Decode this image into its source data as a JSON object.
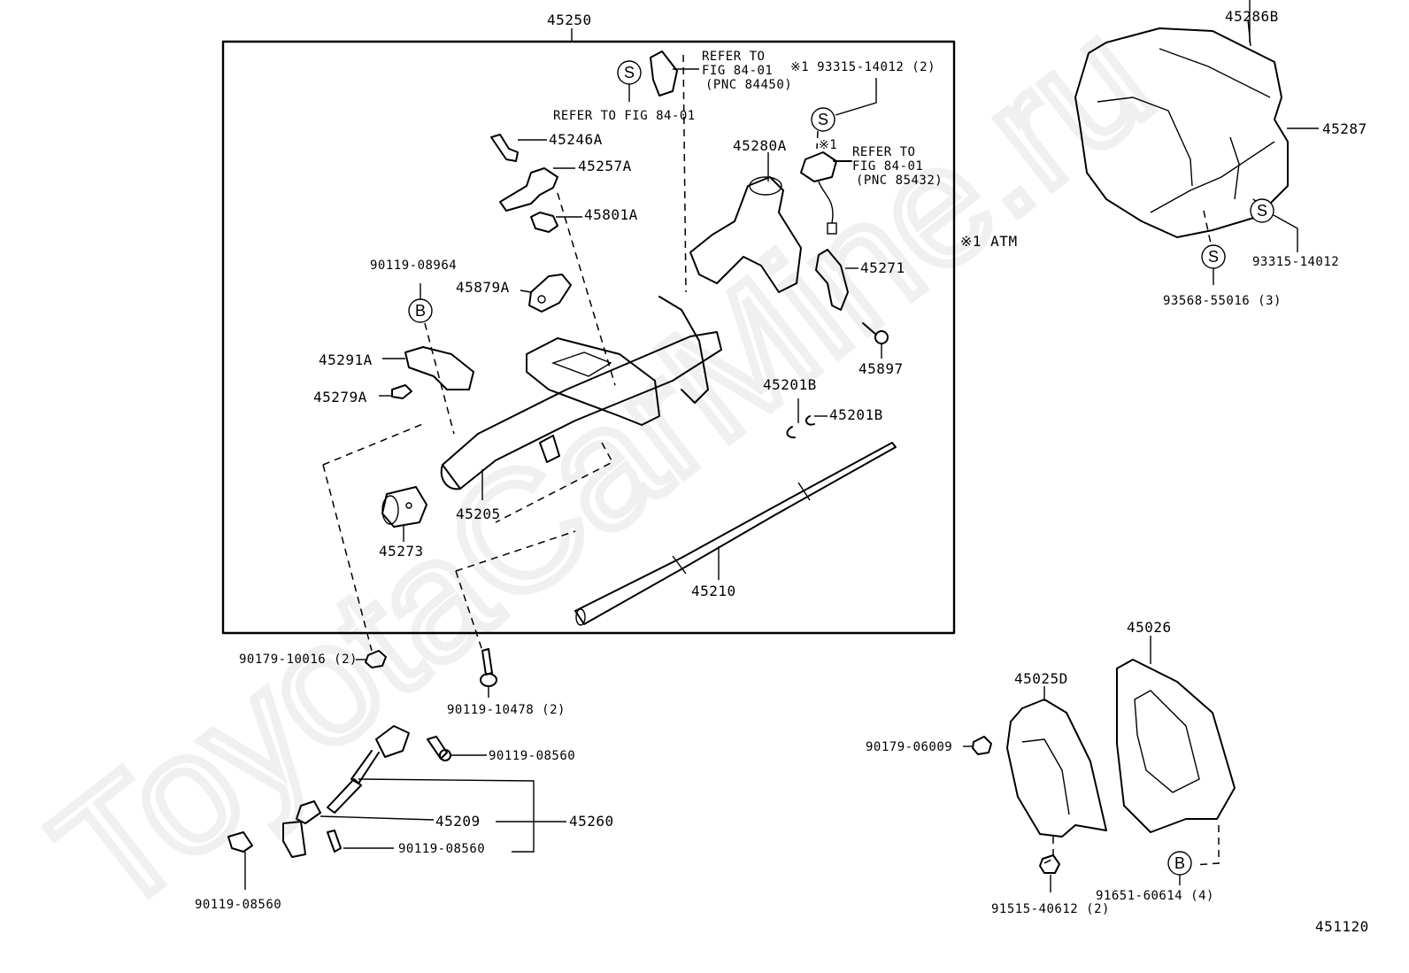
{
  "watermark": "ToyotaCarMine.ru",
  "figure_number": "451120",
  "group_label": "45250",
  "note": "※1 ATM",
  "refs": {
    "ref_top_left": "REFER TO FIG 84-01",
    "ref_top_1": "REFER TO",
    "ref_top_2": "FIG 84-01",
    "ref_top_3": "(PNC 84450)",
    "ref_mid_mark": "※1",
    "ref_mid_1": "REFER TO",
    "ref_mid_2": "FIG 84-01",
    "ref_mid_3": "(PNC 85432)",
    "screw_mark": "※1 93315-14012 (2)"
  },
  "symbols": {
    "s": "S",
    "b": "B"
  },
  "parts": {
    "p45286B": "45286B",
    "p45287": "45287",
    "p93315_14012": "93315-14012",
    "p93568_55016": "93568-55016 (3)",
    "p45246A": "45246A",
    "p45257A": "45257A",
    "p45801A": "45801A",
    "p45280A": "45280A",
    "p45271": "45271",
    "p45897": "45897",
    "p45201B_a": "45201B",
    "p45201B_b": "45201B",
    "p90119_08964": "90119-08964",
    "p45879A": "45879A",
    "p45291A": "45291A",
    "p45279A": "45279A",
    "p45205": "45205",
    "p45273": "45273",
    "p45210": "45210",
    "p90179_10016": "90179-10016 (2)",
    "p90119_10478": "90119-10478 (2)",
    "p90119_08560_a": "90119-08560",
    "p90119_08560_b": "90119-08560",
    "p90119_08560_c": "90119-08560",
    "p45209": "45209",
    "p45260": "45260",
    "p45026": "45026",
    "p45025D": "45025D",
    "p90179_06009": "90179-06009",
    "p91515_40612": "91515-40612 (2)",
    "p91651_60614": "91651-60614 (4)"
  }
}
